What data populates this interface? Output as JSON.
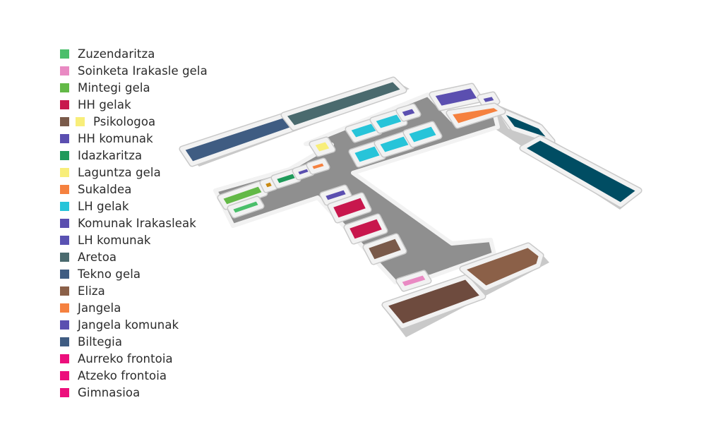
{
  "legend": [
    {
      "label": "Zuzendaritza",
      "colors": [
        "#4bbf6b"
      ]
    },
    {
      "label": "Soinketa Irakasle gela",
      "colors": [
        "#e98ac3"
      ]
    },
    {
      "label": "Mintegi gela",
      "colors": [
        "#63b947"
      ]
    },
    {
      "label": "HH gelak",
      "colors": [
        "#c8174d"
      ]
    },
    {
      "label": "Psikologoa",
      "colors": [
        "#7a5a4a",
        "#f8ee7a"
      ]
    },
    {
      "label": "HH komunak",
      "colors": [
        "#5b4fb0"
      ]
    },
    {
      "label": "Idazkaritza",
      "colors": [
        "#1f9a5a"
      ]
    },
    {
      "label": "Laguntza gela",
      "colors": [
        "#f8ee7a"
      ]
    },
    {
      "label": "Sukaldea",
      "colors": [
        "#f5813f"
      ]
    },
    {
      "label": "LH gelak",
      "colors": [
        "#27c4d9"
      ]
    },
    {
      "label": "Komunak Irakasleak",
      "colors": [
        "#5b4fb0"
      ]
    },
    {
      "label": "LH komunak",
      "colors": [
        "#5a52b3"
      ]
    },
    {
      "label": "Aretoa",
      "colors": [
        "#4a6a6e"
      ]
    },
    {
      "label": "Tekno gela",
      "colors": [
        "#3f5c82"
      ]
    },
    {
      "label": "Eliza",
      "colors": [
        "#8b6048"
      ]
    },
    {
      "label": "Jangela",
      "colors": [
        "#f5813f"
      ]
    },
    {
      "label": "Jangela komunak",
      "colors": [
        "#5b4fb0"
      ]
    },
    {
      "label": "Biltegia",
      "colors": [
        "#3f5c82"
      ]
    },
    {
      "label": "Aurreko frontoia",
      "colors": [
        "#ec0f7c"
      ]
    },
    {
      "label": "Atzeko frontoia",
      "colors": [
        "#ec0f7c"
      ]
    },
    {
      "label": "Gimnasioa",
      "colors": [
        "#ec0f7c"
      ]
    }
  ],
  "floor_colors": {
    "corridor": "#8f8f8f",
    "wall_top": "#f2f2f2",
    "wall_side": "#c9c9c9",
    "tekno_gela": "#3f5c82",
    "aretoa": "#4a6a6e",
    "biltegia": "#004d63",
    "lh_gelak": "#27c4d9",
    "hh_gelak": "#c8174d",
    "psikologoa": "#7a5a4a",
    "eliza": "#8b6048",
    "eliza_dark": "#6e4b3e",
    "mintegi": "#63b947",
    "zuzendaritza": "#4bbf6b",
    "idazkaritza": "#1f9a5a",
    "komunak": "#5b4fb0",
    "sukaldea": "#f5813f",
    "laguntza": "#f8ee7a",
    "psikologoa_orange": "#c98a13",
    "soinketa": "#e98ac3"
  }
}
